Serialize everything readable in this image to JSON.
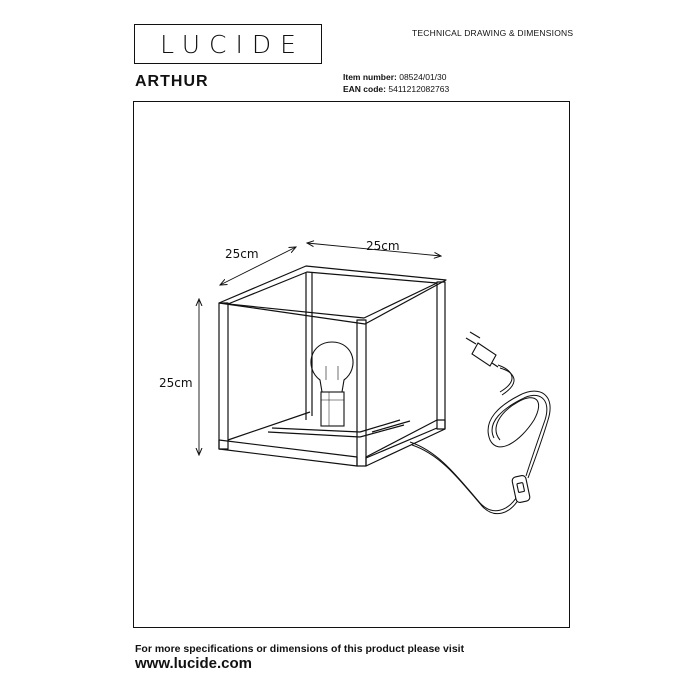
{
  "header": {
    "logo_text": "LUCIDE",
    "document_type": "TECHNICAL DRAWING & DIMENSIONS"
  },
  "product": {
    "name": "ARTHUR",
    "item_number_label": "Item number:",
    "item_number": "08524/01/30",
    "ean_label": "EAN code:",
    "ean_code": "5411212082763"
  },
  "dimensions": {
    "depth": "25cm",
    "width": "25cm",
    "height": "25cm"
  },
  "footer": {
    "text": "For more specifications or dimensions of this product please visit",
    "url": "www.lucide.com"
  }
}
